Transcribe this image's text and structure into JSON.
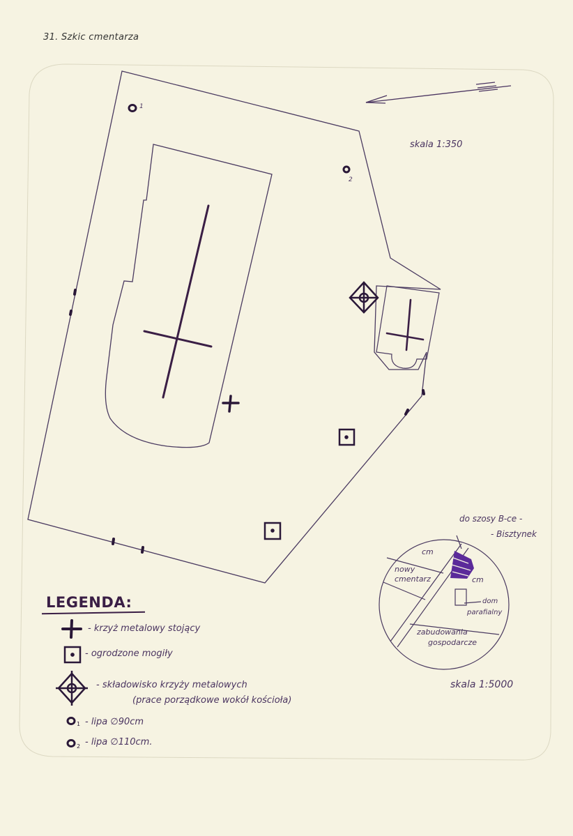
{
  "title": "31. Szkic cmentarza",
  "scale_main": "skala 1:350",
  "scale_inset": "skala 1:5000",
  "tree_labels": {
    "t1": "1",
    "t2": "2"
  },
  "inset": {
    "road_line1": "do szosy B-ce -",
    "road_line2": "- Bisztynek",
    "cm_top": "cm",
    "new_cemetery_line1": "nowy",
    "new_cemetery_line2": "cmentarz",
    "cm_church": "cm",
    "parish_house_line1": "dom",
    "parish_house_line2": "parafialny",
    "farm_buildings_line1": "zabudowania",
    "farm_buildings_line2": "gospodarcze"
  },
  "legend": {
    "title": "LEGENDA:",
    "items": [
      {
        "icon": "cross-icon",
        "text": "- krzyż metalowy stojący"
      },
      {
        "icon": "fenced-grave-icon",
        "text": "- ogrodzone mogiły"
      },
      {
        "icon": "cross-storage-icon",
        "text": "- składowisko krzyży metalowych"
      },
      {
        "icon": "",
        "text": "(prace porządkowe wokół kościoła)"
      },
      {
        "icon": "tree-icon",
        "text": "- lipa ∅90cm"
      },
      {
        "icon": "tree-icon",
        "text": "- lipa ∅110cm."
      }
    ]
  },
  "colors": {
    "paper": "#f6f3e2",
    "ink": "#3a2848",
    "marker": "#5b2a9a"
  }
}
